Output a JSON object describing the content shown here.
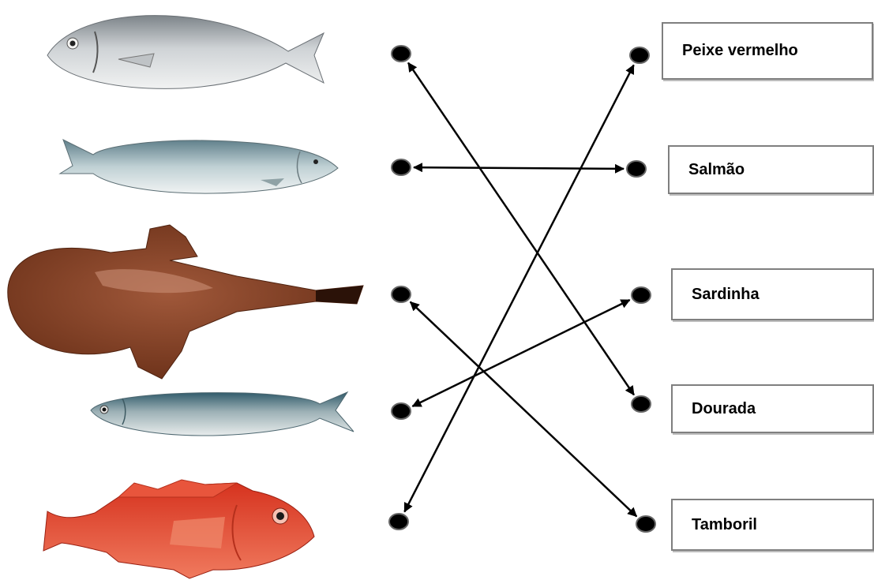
{
  "fish": [
    {
      "id": "fish-1",
      "icon": "sea-bream-icon",
      "color": "#c9cdd1"
    },
    {
      "id": "fish-2",
      "icon": "salmon-icon",
      "color": "#a9bcc3"
    },
    {
      "id": "fish-3",
      "icon": "monkfish-icon",
      "color": "#7a3e24"
    },
    {
      "id": "fish-4",
      "icon": "sardine-icon",
      "color": "#9aa8ad"
    },
    {
      "id": "fish-5",
      "icon": "redfish-icon",
      "color": "#e0442e"
    }
  ],
  "labels": [
    {
      "id": "label-peixe-vermelho",
      "text": "Peixe vermelho"
    },
    {
      "id": "label-salmao",
      "text": "Salmão"
    },
    {
      "id": "label-sardinha",
      "text": "Sardinha"
    },
    {
      "id": "label-dourada",
      "text": "Dourada"
    },
    {
      "id": "label-tamboril",
      "text": "Tamboril"
    }
  ],
  "connections": [
    {
      "fish": 1,
      "label": 4
    },
    {
      "fish": 2,
      "label": 2
    },
    {
      "fish": 3,
      "label": 5
    },
    {
      "fish": 4,
      "label": 3
    },
    {
      "fish": 5,
      "label": 1
    }
  ]
}
